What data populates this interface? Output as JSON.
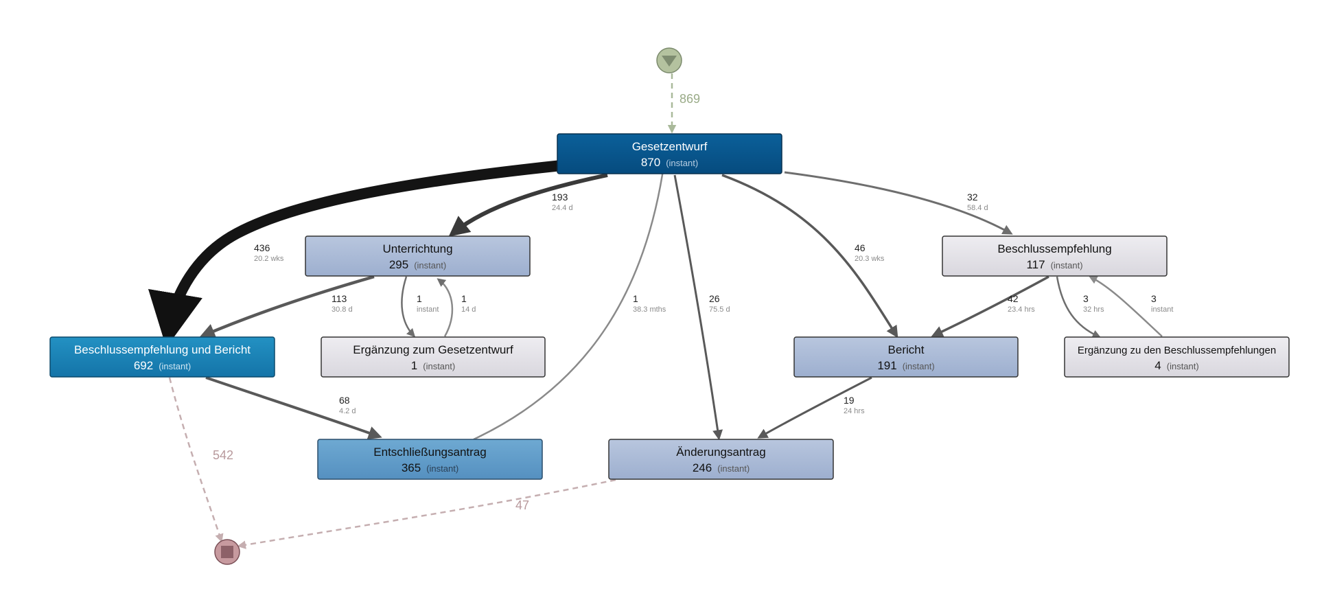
{
  "colors": {
    "dark_blue": "#0a5a8e",
    "mid_blue": "#1a7fb5",
    "steel_blue": "#5f9bc8",
    "light_blue": "#a9b9d6",
    "light_gray": "#e2e0e6",
    "start": "#b4c29f",
    "end": "#c79a9f"
  },
  "start": {
    "icon": "triangle-down-icon",
    "label": "869"
  },
  "end": {
    "icon": "square-stop-icon"
  },
  "nodes": {
    "gesetzentwurf": {
      "title": "Gesetzentwurf",
      "count": "870",
      "duration": "(instant)"
    },
    "unterrichtung": {
      "title": "Unterrichtung",
      "count": "295",
      "duration": "(instant)"
    },
    "beschlussempfehlung": {
      "title": "Beschlussempfehlung",
      "count": "117",
      "duration": "(instant)"
    },
    "beschluss_bericht": {
      "title": "Beschlussempfehlung und Bericht",
      "count": "692",
      "duration": "(instant)"
    },
    "ergaenzung_gesetzentwurf": {
      "title": "Ergänzung zum Gesetzentwurf",
      "count": "1",
      "duration": "(instant)"
    },
    "bericht": {
      "title": "Bericht",
      "count": "191",
      "duration": "(instant)"
    },
    "ergaenzung_beschluss": {
      "title": "Ergänzung zu den Beschlussempfehlungen",
      "count": "4",
      "duration": "(instant)"
    },
    "entschliessung": {
      "title": "Entschließungsantrag",
      "count": "365",
      "duration": "(instant)"
    },
    "aenderung": {
      "title": "Änderungsantrag",
      "count": "246",
      "duration": "(instant)"
    }
  },
  "edges": {
    "g_to_bb": {
      "value": "436",
      "duration": "20.2 wks"
    },
    "g_to_u": {
      "value": "193",
      "duration": "24.4 d"
    },
    "g_to_be": {
      "value": "32",
      "duration": "58.4 d"
    },
    "g_to_b": {
      "value": "46",
      "duration": "20.3 wks"
    },
    "g_to_a": {
      "value": "26",
      "duration": "75.5 d"
    },
    "e_to_g": {
      "value": "1",
      "duration": "38.3 mths"
    },
    "u_to_bb": {
      "value": "113",
      "duration": "30.8 d"
    },
    "u_to_eg": {
      "value": "1",
      "duration": "instant"
    },
    "eg_to_u": {
      "value": "1",
      "duration": "14 d"
    },
    "be_to_b": {
      "value": "42",
      "duration": "23.4 hrs"
    },
    "be_to_eb": {
      "value": "3",
      "duration": "32 hrs"
    },
    "eb_to_be": {
      "value": "3",
      "duration": "instant"
    },
    "bb_to_e": {
      "value": "68",
      "duration": "4.2 d"
    },
    "b_to_a": {
      "value": "19",
      "duration": "24 hrs"
    },
    "bb_to_end": {
      "value": "542"
    },
    "a_to_end": {
      "value": "47"
    }
  }
}
